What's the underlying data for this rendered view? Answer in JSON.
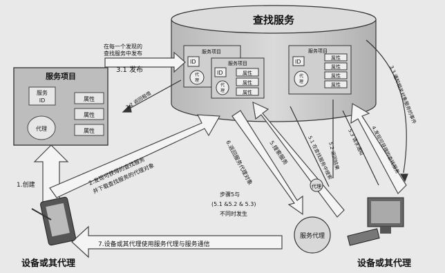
{
  "lookup_service": {
    "title": "查找服务"
  },
  "service_item": {
    "title": "服务项目",
    "id_label": "服务\nID",
    "attributes": [
      "属性",
      "属性",
      "属性"
    ],
    "proxy": "代理"
  },
  "lookup_items": [
    {
      "title": "服务项目",
      "id_label": "ID",
      "proxy": "代\n理",
      "attributes": []
    },
    {
      "title": "服务项目",
      "id_label": "ID",
      "proxy": "代\n理",
      "attributes": [
        "属性",
        "属性",
        "属性"
      ]
    },
    {
      "title": "服务项目",
      "id_label": "ID",
      "proxy": "代\n理",
      "attributes": [
        "属性",
        "属性",
        "属性",
        "属性"
      ]
    }
  ],
  "service_proxy": {
    "label": "服务代理"
  },
  "proxy_small": {
    "label": "代理"
  },
  "devices": {
    "left_label": "设备或其代理",
    "right_label": "设备或其代理"
  },
  "steps": {
    "s1": "1.创建",
    "s2_line1": "2.发现可获得的查找服务",
    "s2_line2": "并下载查找服务的代理对象",
    "s31_note_line1": "在每一个发现的",
    "s31_note_line2": "查找服务中发布",
    "s31": "3.1 发布",
    "s32": "3.2 返回租借",
    "s33": "3.3 通知相关对象服务的事件",
    "s4": "4.发现可获得的查找服务",
    "s5": "5.搜索服务",
    "s51": "5.1 在查找服务中搜索",
    "s52": "5.2 返回结果",
    "s53": "5.3 请求通知",
    "s6": "6.返回服务代理对象",
    "s7": "7.设备或其代理使用服务代理与服务通信",
    "note_line1": "步骤5与",
    "note_line2": "(5.1 &5.2 & 5.3)",
    "note_line3": "不同时发生"
  }
}
